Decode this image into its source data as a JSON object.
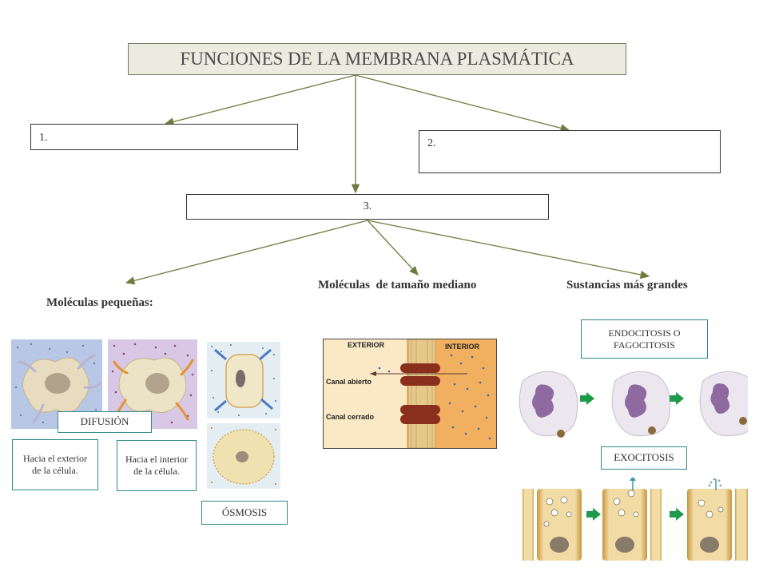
{
  "title": "FUNCIONES DE LA MEMBRANA PLASMÁTICA",
  "boxes": {
    "one": "1.",
    "two": "2.",
    "three": "3."
  },
  "categories": {
    "small": "Moléculas pequeñas:",
    "medium": "Moléculas  de tamaño mediano",
    "large": "Sustancias más grandes"
  },
  "small_molecules": {
    "difusion": "DIFUSIÓN",
    "exterior": "Hacia el exterior de la célula.",
    "interior": "Hacia el interior de la célula.",
    "osmosis": "ÓSMOSIS"
  },
  "channel_figure": {
    "exterior": "EXTERIOR",
    "interior": "INTERIOR",
    "open": "Canal abierto",
    "closed": "Canal cerrado"
  },
  "large_substances": {
    "endocitosis": "ENDOCITOSIS O FAGOCITOSIS",
    "exocitosis": "EXOCITOSIS"
  },
  "colors": {
    "connector": "#6b7d3e",
    "title_bg": "#ecebdf",
    "teal_border": "#2e8a8a",
    "green_arrow": "#1f9a4a"
  }
}
